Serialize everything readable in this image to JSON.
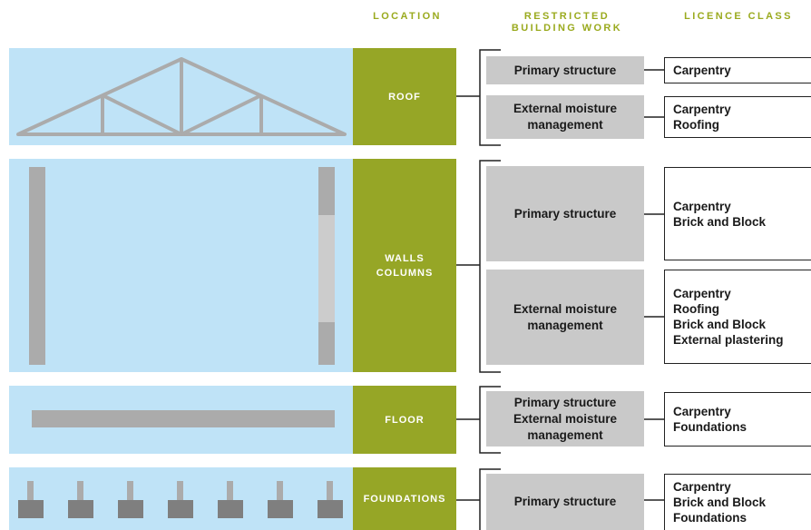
{
  "headers": {
    "location": "LOCATION",
    "restricted_building_work": [
      "RESTRICTED",
      "BUILDING WORK"
    ],
    "licence_class": "LICENCE CLASS"
  },
  "rows": [
    {
      "location": [
        "ROOF"
      ],
      "work": [
        {
          "label": [
            "Primary structure"
          ],
          "licences": [
            "Carpentry"
          ]
        },
        {
          "label": [
            "External moisture",
            "management"
          ],
          "licences": [
            "Carpentry",
            "Roofing"
          ]
        }
      ]
    },
    {
      "location": [
        "WALLS",
        "COLUMNS"
      ],
      "work": [
        {
          "label": [
            "Primary structure"
          ],
          "licences": [
            "Carpentry",
            "Brick and Block"
          ]
        },
        {
          "label": [
            "External moisture",
            "management"
          ],
          "licences": [
            "Carpentry",
            "Roofing",
            "Brick and Block",
            "External plastering"
          ]
        }
      ]
    },
    {
      "location": [
        "FLOOR"
      ],
      "work": [
        {
          "label": [
            "Primary structure",
            "External moisture",
            "management"
          ],
          "licences": [
            "Carpentry",
            "Foundations"
          ]
        }
      ]
    },
    {
      "location": [
        "FOUNDATIONS"
      ],
      "work": [
        {
          "label": [
            "Primary structure"
          ],
          "licences": [
            "Carpentry",
            "Brick and Block",
            "Foundations"
          ]
        }
      ]
    }
  ],
  "colors": {
    "accent_green": "#96a626",
    "header_green": "#9aaa1e",
    "band_blue": "#bfe3f7",
    "box_gray": "#c9c9c9",
    "element_gray": "#ababab",
    "footing_gray": "#7f7f7f"
  }
}
